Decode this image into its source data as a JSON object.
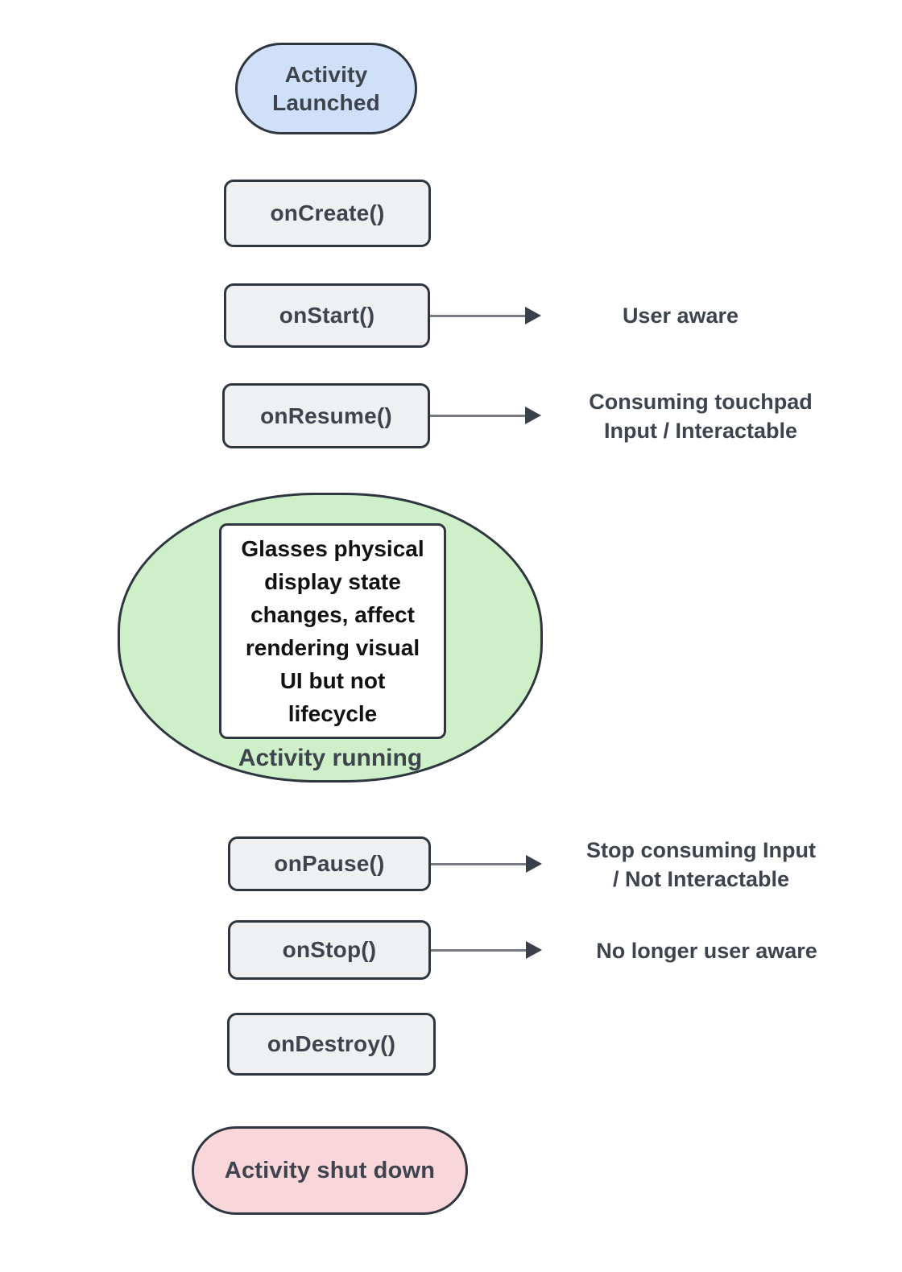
{
  "nodes": {
    "activity_launched": {
      "label": "Activity Launched",
      "type": "terminal"
    },
    "on_create": {
      "label": "onCreate()",
      "type": "process"
    },
    "on_start": {
      "label": "onStart()",
      "type": "process"
    },
    "on_resume": {
      "label": "onResume()",
      "type": "process"
    },
    "activity_running": {
      "label": "Activity running",
      "type": "state"
    },
    "on_pause": {
      "label": "onPause()",
      "type": "process"
    },
    "on_stop": {
      "label": "onStop()",
      "type": "process"
    },
    "on_destroy": {
      "label": "onDestroy()",
      "type": "process"
    },
    "activity_shut_down": {
      "label": "Activity shut down",
      "type": "terminal"
    }
  },
  "note_box": {
    "text": "Glasses physical display state changes, affect rendering visual UI but not lifecycle",
    "lines": [
      "Glasses physical",
      "display state",
      "changes, affect",
      "rendering visual",
      "UI but not",
      "lifecycle"
    ]
  },
  "annotations": {
    "on_start": {
      "lines": [
        "User aware"
      ]
    },
    "on_resume": {
      "lines": [
        "Consuming touchpad",
        "Input / Interactable"
      ]
    },
    "on_pause": {
      "lines": [
        "Stop consuming Input",
        "/ Not Interactable"
      ]
    },
    "on_stop": {
      "lines": [
        "No longer user aware"
      ]
    }
  },
  "colors": {
    "canvas_bg": "#ffffff",
    "start_fill": "#cfe0f8",
    "process_fill": "#eef0f2",
    "running_fill": "#cdf0c8",
    "note_fill": "#ffffff",
    "end_fill": "#f8d6da",
    "border_color": "#2f3640",
    "text_color": "#3d444e",
    "note_text_color": "#101214",
    "arrow_line_color": "#787c82",
    "arrow_head_color": "#3a4049"
  }
}
